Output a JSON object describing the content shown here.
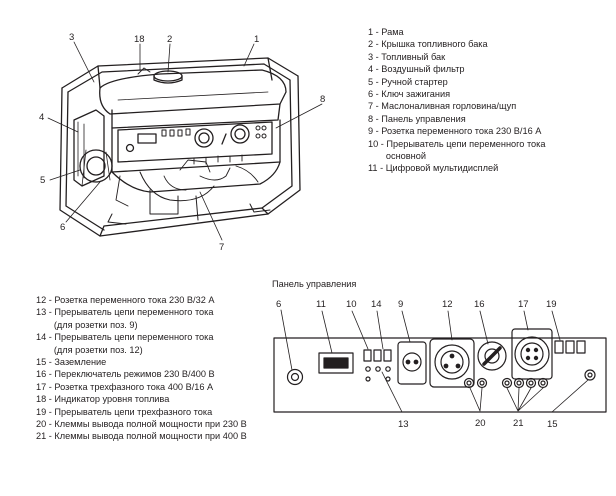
{
  "legend_top": [
    "1 - Рама",
    "2 - Крышка топливного бака",
    "3 - Топливный бак",
    "4 - Воздушный фильтр",
    "5 - Ручной стартер",
    "6 - Ключ зажигания",
    "7 - Маслоналивная горловина/щуп",
    "8 - Панель управления",
    "9 - Розетка переменного тока 230 В/16 А",
    "10 - Прерыватель цепи переменного тока",
    "       основной",
    "11 - Цифровой мультидисплей"
  ],
  "legend_bottom": [
    "12 - Розетка переменного тока 230 В/32 А",
    "13 - Прерыватель цепи переменного тока",
    "       (для розетки поз. 9)",
    "14 - Прерыватель цепи переменного тока",
    "       (для розетки поз. 12)",
    "15 - Заземление",
    "16 - Переключатель режимов 230 В/400 В",
    "17 - Розетка трехфазного тока 400 В/16 А",
    "18 - Индикатор уровня топлива",
    "19 - Прерыватель цепи трехфазного тока",
    "20 - Клеммы вывода полной мощности при 230 В",
    "21 - Клеммы вывода полной мощности при 400 В"
  ],
  "panel_title": "Панель управления",
  "generator_callouts": [
    "1",
    "2",
    "3",
    "4",
    "5",
    "6",
    "7",
    "8",
    "18"
  ],
  "panel_callouts": [
    "6",
    "11",
    "10",
    "14",
    "9",
    "12",
    "16",
    "17",
    "19",
    "13",
    "20",
    "21",
    "15"
  ]
}
